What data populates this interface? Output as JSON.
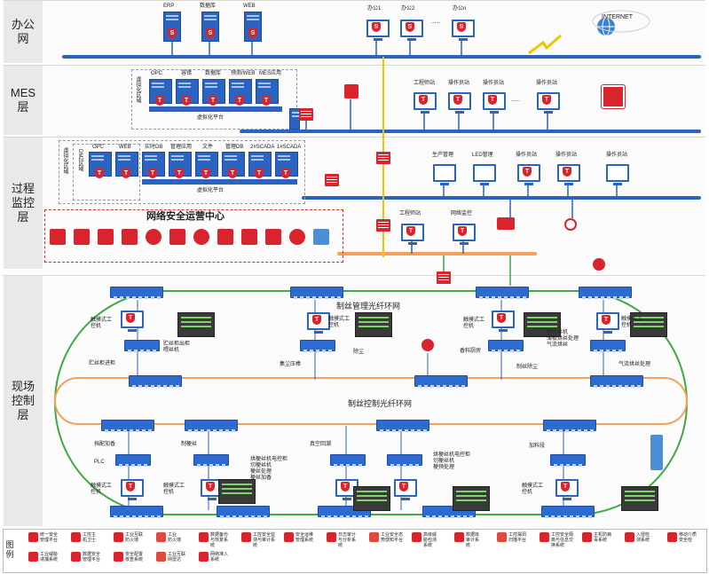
{
  "layers": {
    "office": "办公\n网",
    "mes": "MES\n层",
    "process": "过程\n监控\n层",
    "field": "现场\n控制\n层"
  },
  "office": {
    "servers": [
      "ERP",
      "数据库",
      "WEB"
    ],
    "pcs": [
      "办公1",
      "办公2",
      "......",
      "办公n"
    ],
    "internet": "INTERNET"
  },
  "mes": {
    "virtual_zone": "虚拟化区域",
    "servers": [
      "OPC",
      "容错",
      "数据库",
      "预测/WEB",
      "MES应用"
    ],
    "platform": "虚拟化平台",
    "stations": [
      "工程师站",
      "操作员站",
      "操作员站",
      "......",
      "操作员站"
    ]
  },
  "process": {
    "dmz": "DMZ区域",
    "virtual_zone": "虚拟化区域",
    "servers": [
      "OPC",
      "WEB",
      "实时DB",
      "管理应用",
      "文件",
      "管理DB",
      "2#SCADA",
      "1#SCADA"
    ],
    "platform": "虚拟化平台",
    "stations": [
      "生产管理",
      "LED管理",
      "操作员站",
      "操作员站",
      "操作员站"
    ],
    "lower_stations": [
      "工程师站",
      "网络监控"
    ],
    "soc_title": "网络安全运营中心"
  },
  "field": {
    "ring1": "制丝管理光纤环网",
    "ring2": "制丝控制光纤环网",
    "touch": "触摸式工控机",
    "labels": {
      "storage": "贮丝柜出柜\n喂丝机",
      "storage_in": "贮丝柜进柜",
      "dust_press": "集尘压棒",
      "dust": "除尘",
      "aroma": "香料厨房",
      "zhisi_dust": "制丝除尘",
      "cut": "切叶丝机\n薄板烘丝处理\n气流烘丝",
      "airflow": "气流烘丝处理",
      "sorting": "挡配加香",
      "plc": "PLC",
      "zhigeng": "制梗丝",
      "stem_group": "烘梗丝机电控柜\n切梗丝机\n梗丝处理\n梗丝加香",
      "vacuum": "真空回潮",
      "stem_group2": "烘梗丝机电控柜\n切梗丝机\n梗预处理",
      "feed": "加料段"
    }
  },
  "legend": {
    "title": "图\n例",
    "items": [
      "统一安全\n管理平台",
      "工控主\n机卫士",
      "工业互联\n防火墙",
      "工业\n防火墙",
      "数据备份\n与恢复系\n统",
      "工控安全监\n测与审计系\n统",
      "安全运维\n管理系统",
      "日志审计\n与分析系\n统",
      "工业安全态\n势感知平台",
      "高级威\n胁检测\n系统",
      "数据库\n审计系\n统",
      "工控漏洞\n扫描平台",
      "工控安全隔\n离与信息交\n换系统",
      "主机防病\n毒系统",
      "入侵检\n测系统",
      "移动介质\n安全检",
      "工业威胁\n诱捕系统",
      "数据安全\n管理平台",
      "安全配置\n核查系统",
      "工业互联\n网雷达",
      "网络准入\n系统"
    ]
  },
  "colors": {
    "accent_red": "#d9232d",
    "network_blue": "#2b63c0",
    "ring_green": "#3daa44",
    "ring_orange": "#f4a259",
    "backbone_yellow": "#f2c300"
  }
}
